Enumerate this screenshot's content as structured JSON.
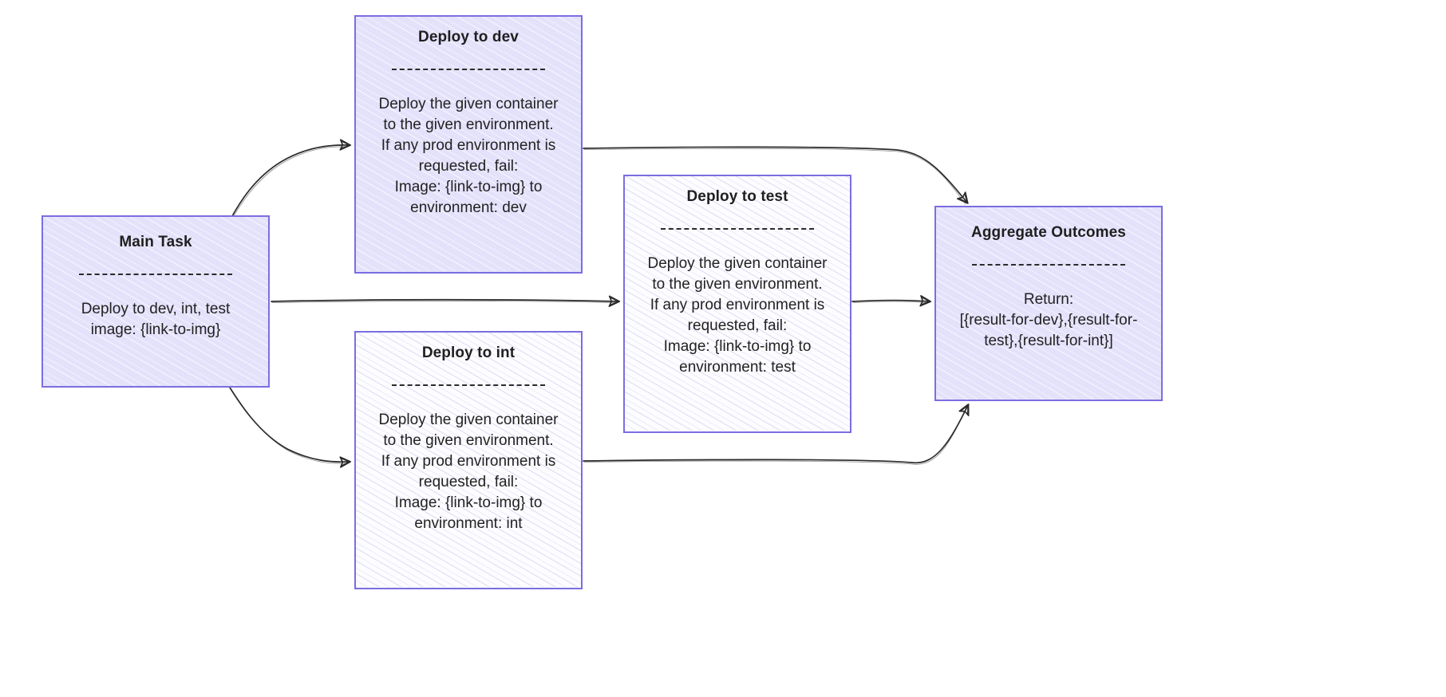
{
  "diagram": {
    "style": "hand-drawn flowchart",
    "background": "#ffffff",
    "node_border_color": "#7b6ee0",
    "node_fill_solid": "#e4e1fb",
    "node_fill_light": "#fdfdff",
    "edge_color": "#2b2b2b"
  },
  "nodes": {
    "main": {
      "title": "Main Task",
      "line1": "Deploy to dev, int, test",
      "line2": "image: {link-to-img}",
      "fill": "solid"
    },
    "dev": {
      "title": "Deploy to dev",
      "line1": "Deploy the given container\nto the given environment.\nIf any prod environment is\nrequested, fail:",
      "line2": "Image: {link-to-img} to\nenvironment: dev",
      "fill": "solid"
    },
    "test": {
      "title": "Deploy to test",
      "line1": "Deploy the given container\nto the given environment.\nIf any prod environment is\nrequested, fail:",
      "line2": "Image: {link-to-img} to\nenvironment: test",
      "fill": "light"
    },
    "int": {
      "title": "Deploy to int",
      "line1": "Deploy the given container\nto the given environment.\nIf any prod environment is\nrequested, fail:",
      "line2": "Image: {link-to-img} to\nenvironment: int",
      "fill": "light"
    },
    "aggregate": {
      "title": "Aggregate Outcomes",
      "line1": "Return:",
      "line2": "[{result-for-dev},{result-for-test},{result-for-int}]",
      "fill": "solid"
    }
  },
  "edges": [
    {
      "id": "main-to-dev",
      "from": "main",
      "to": "dev",
      "label": ""
    },
    {
      "id": "main-to-test",
      "from": "main",
      "to": "test",
      "label": ""
    },
    {
      "id": "main-to-int",
      "from": "main",
      "to": "int",
      "label": ""
    },
    {
      "id": "dev-to-agg",
      "from": "dev",
      "to": "aggregate",
      "label": ""
    },
    {
      "id": "test-to-agg",
      "from": "test",
      "to": "aggregate",
      "label": ""
    },
    {
      "id": "int-to-agg",
      "from": "int",
      "to": "aggregate",
      "label": ""
    }
  ]
}
